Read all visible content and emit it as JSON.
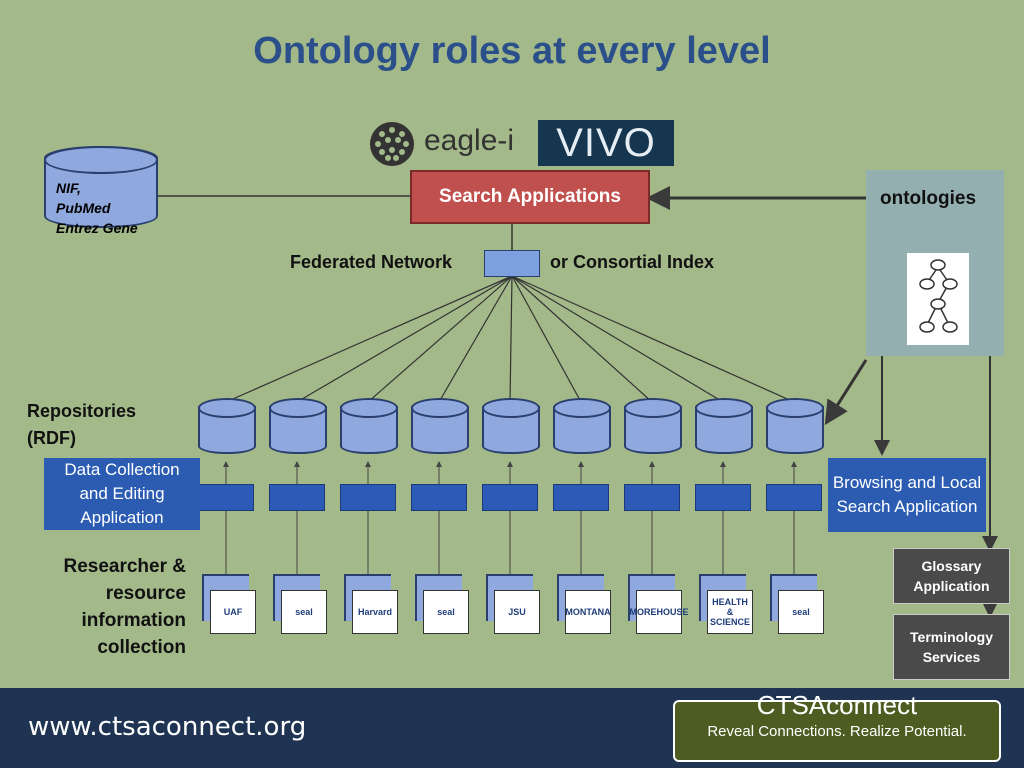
{
  "title": "Ontology roles at every level",
  "database": {
    "lines": [
      "NIF,",
      "PubMed",
      "Entrez Gene"
    ]
  },
  "logos_top": {
    "eagle_i": "eagle-i",
    "vivo": "VIVO"
  },
  "search_applications": "Search Applications",
  "ontologies": "ontologies",
  "federated_network": "Federated Network",
  "consortial_index": "or Consortial Index",
  "repositories_label": [
    "Repositories",
    "(RDF)"
  ],
  "data_collection": "Data Collection and Editing Application",
  "browsing": "Browsing and Local Search Application",
  "researcher_label": [
    "Researcher &",
    "resource",
    "information",
    "collection"
  ],
  "institution_logos": [
    "UAF",
    "seal",
    "Harvard",
    "seal",
    "JSU",
    "MONTANA",
    "MOREHOUSE",
    "HEALTH & SCIENCE",
    "seal"
  ],
  "glossary": "Glossary Application",
  "terminology": "Terminology Services",
  "footer_url": "www.ctsaconnect.org",
  "cta": {
    "title": "CTSAconnect",
    "tagline": "Reveal Connections.  Realize Potential."
  },
  "colors": {
    "background": "#a3b989",
    "title": "#2a4f8a",
    "search_box": "#c0504d",
    "app_blue": "#2b5cb2",
    "footer": "#1f3452"
  }
}
